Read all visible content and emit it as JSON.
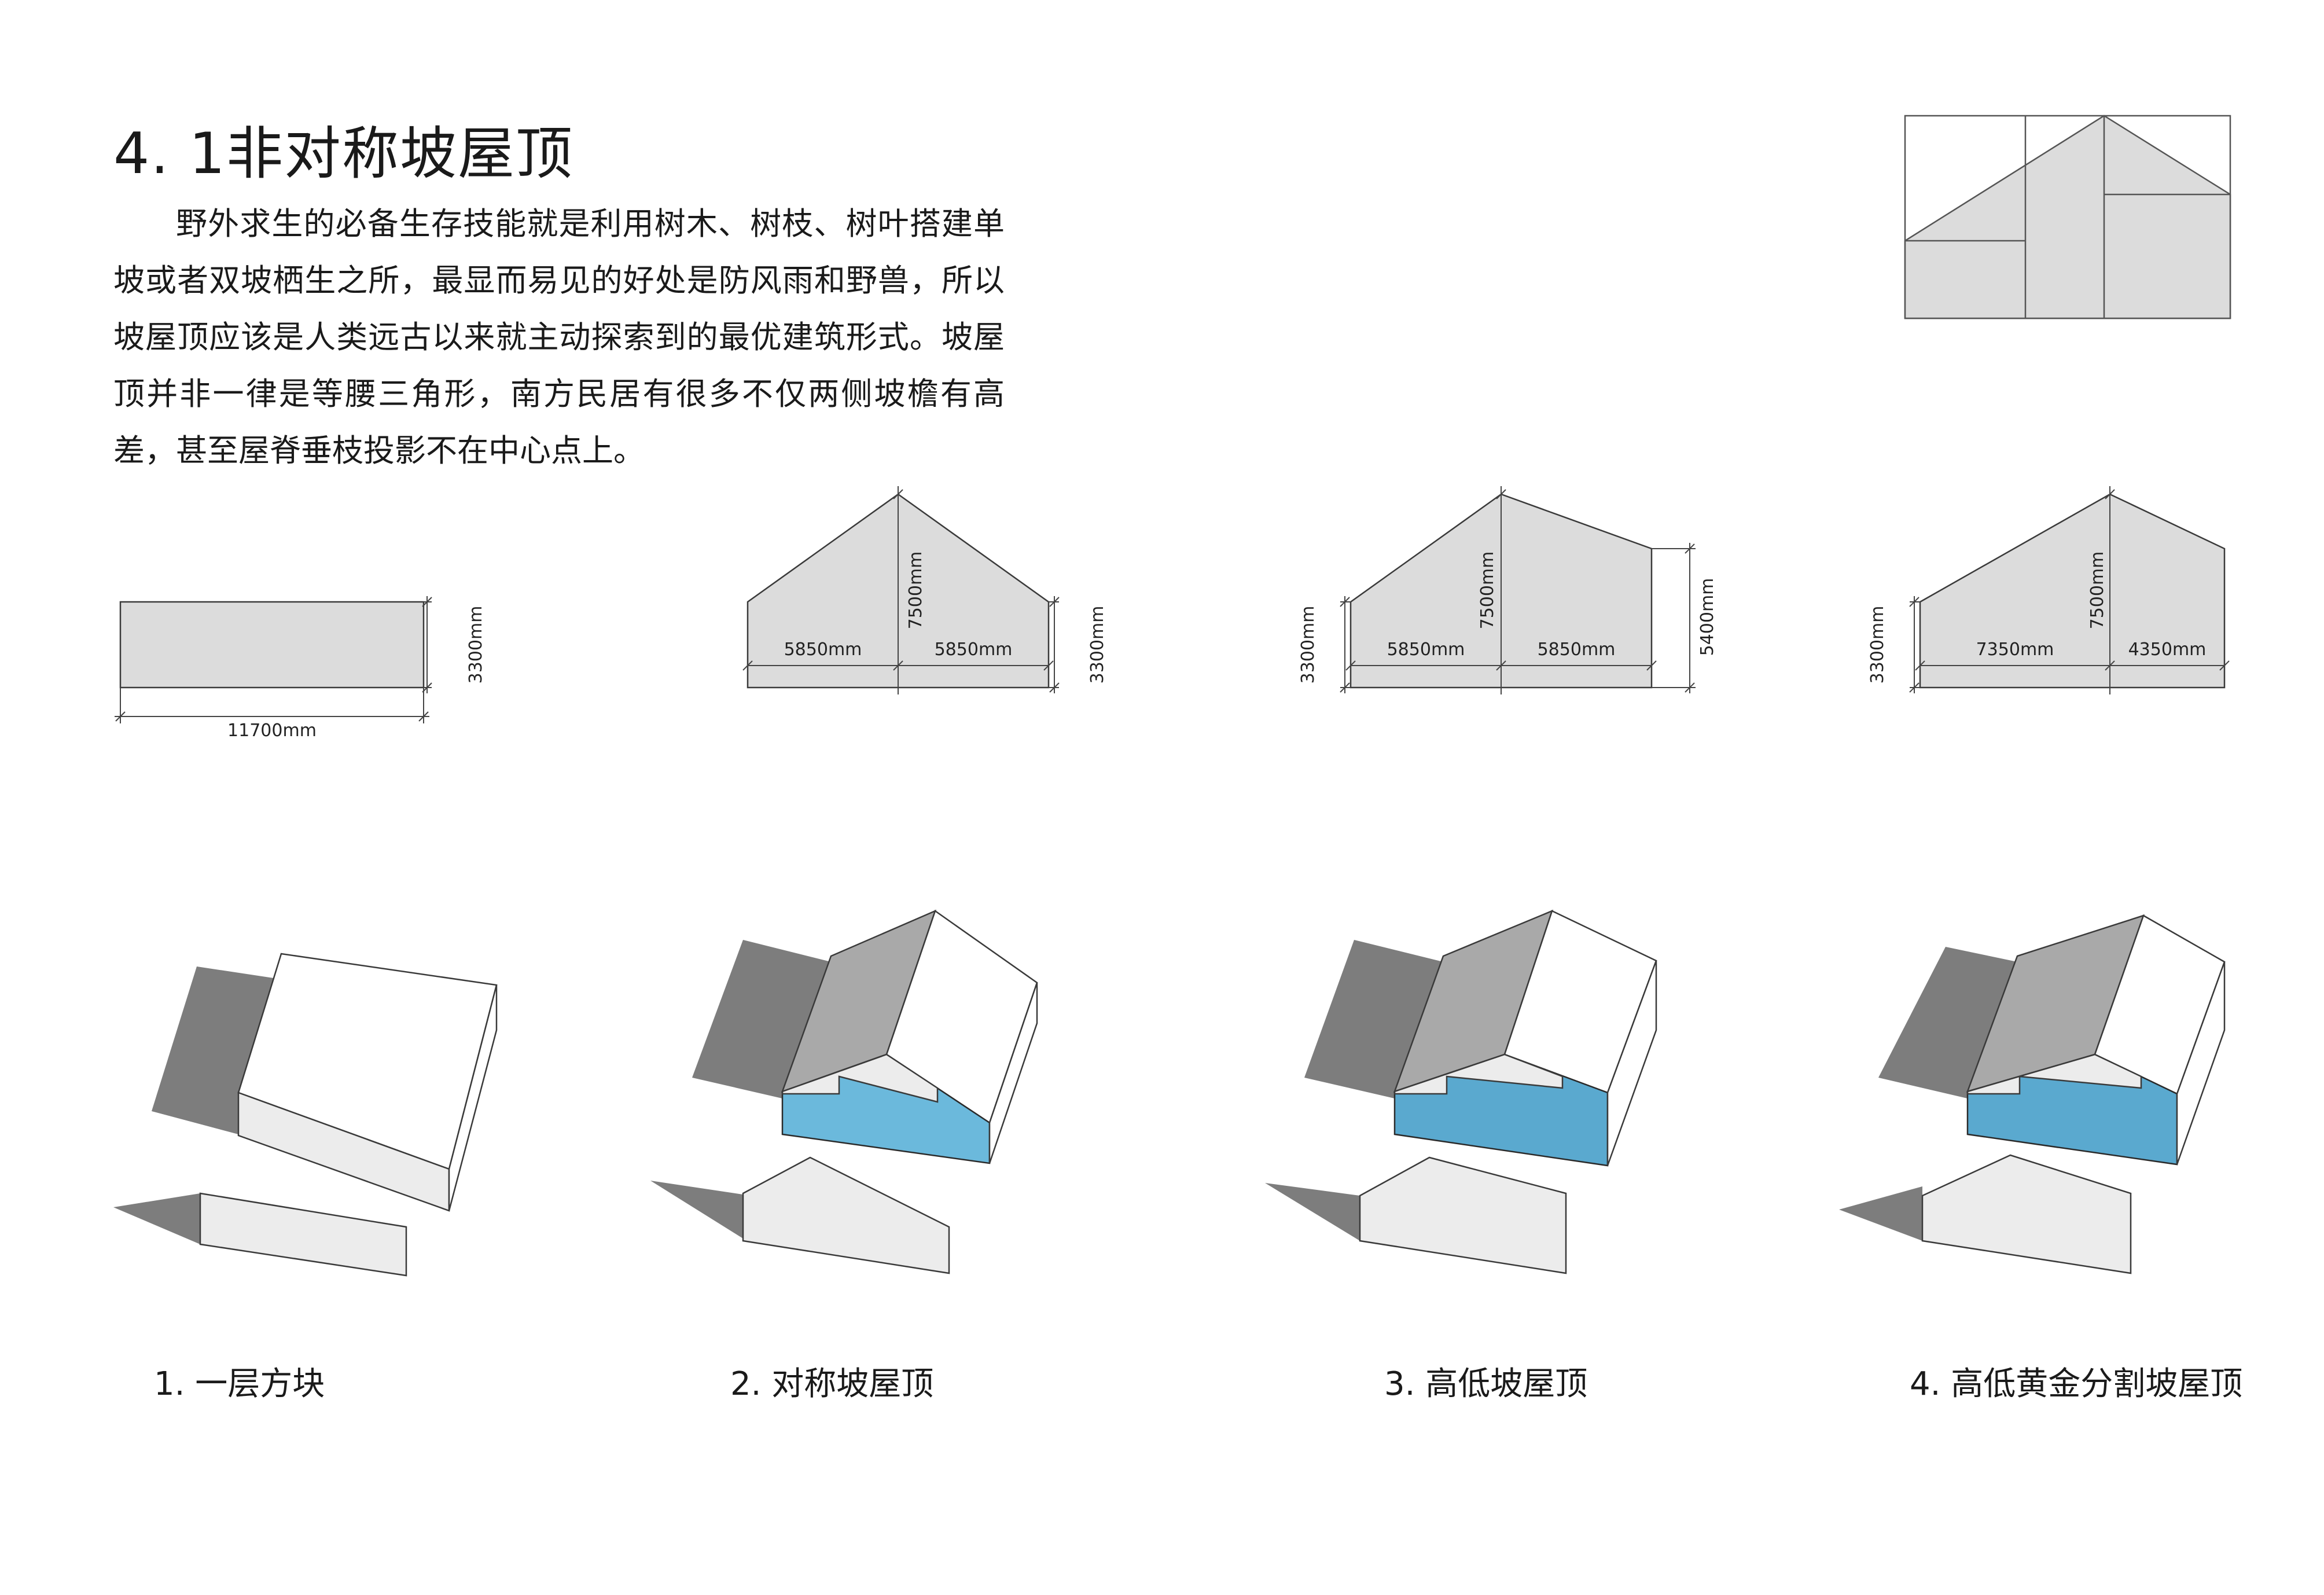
{
  "title": "4. 1非对称坡屋顶",
  "intro": "野外求生的必备生存技能就是利用树木、树枝、树叶搭建单坡或者双坡栖生之所，最显而易见的好处是防风雨和野兽，所以坡屋顶应该是人类远古以来就主动探索到的最优建筑形式。坡屋顶并非一律是等腰三角形，南方民居有很多不仅两侧坡檐有高差，甚至屋脊垂枝投影不在中心点上。",
  "captions": [
    "1. 一层方块",
    "2. 对称坡屋顶",
    "3. 高低坡屋顶",
    "4. 高低黄金分割坡屋顶"
  ],
  "dimensions": {
    "d1": {
      "width": "11700mm",
      "height": "3300mm"
    },
    "d2": {
      "left": "5850mm",
      "right": "5850mm",
      "ridge": "7500mm",
      "eave": "3300mm"
    },
    "d3": {
      "left": "5850mm",
      "right": "5850mm",
      "ridge": "7500mm",
      "eave_low": "3300mm",
      "eave_high": "5400mm"
    },
    "d4": {
      "left": "7350mm",
      "right": "4350mm",
      "ridge": "7500mm",
      "eave": "3300mm"
    }
  },
  "colors": {
    "elevation_fill": "#dcdcdc",
    "roof_dark": "#a9a9a9",
    "shadow": "#7d7d7d",
    "interior_blue": "#6bb9dc",
    "outline": "#3a3a3a"
  }
}
